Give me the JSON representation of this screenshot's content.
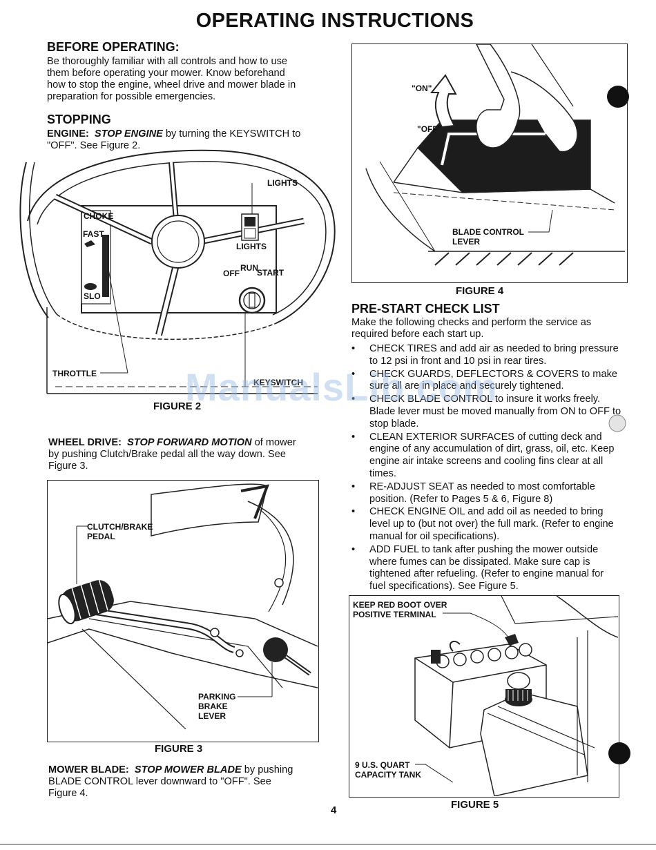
{
  "page_title": "OPERATING INSTRUCTIONS",
  "before_operating": {
    "heading": "BEFORE OPERATING:",
    "lines": [
      "Be thoroughly familiar with all controls and how to use",
      "them before operating your mower.  Know beforehand",
      "how to stop the engine, wheel drive and mower blade in",
      "preparation for possible emergencies."
    ]
  },
  "stopping": {
    "heading": "STOPPING",
    "engine_label": "ENGINE:",
    "engine_action": "STOP ENGINE",
    "engine_line1_rest": "by turning the KEYSWITCH to",
    "engine_line2": "\"OFF\".  See Figure 2."
  },
  "figure2": {
    "caption": "FIGURE 2",
    "labels": {
      "lights_top": "LIGHTS",
      "choke": "CHOKE",
      "fast": "FAST",
      "slow": "SLO",
      "lights_switch": "LIGHTS",
      "off": "OFF",
      "run": "RUN",
      "start": "START",
      "throttle": "THROTTLE",
      "keyswitch": "KEYSWITCH"
    }
  },
  "wheel_drive": {
    "label": "WHEEL DRIVE:",
    "action": "STOP FORWARD MOTION",
    "line1_rest": "of mower",
    "line2": "by pushing Clutch/Brake pedal all the way down.  See",
    "line3": "Figure 3."
  },
  "figure3": {
    "caption": "FIGURE 3",
    "labels": {
      "clutch_1": "CLUTCH/BRAKE",
      "clutch_2": "PEDAL",
      "parking_1": "PARKING",
      "parking_2": "BRAKE",
      "parking_3": "LEVER"
    }
  },
  "mower_blade": {
    "label": "MOWER BLADE:",
    "action": "STOP MOWER BLADE",
    "line1_rest": "by pushing",
    "line2": "BLADE CONTROL lever downward to \"OFF\".  See",
    "line3": "Figure 4."
  },
  "figure4": {
    "caption": "FIGURE 4",
    "labels": {
      "on": "\"ON\"",
      "off": "\"OFF\"",
      "blade_1": "BLADE CONTROL",
      "blade_2": "LEVER"
    }
  },
  "prestart": {
    "heading": "PRE-START CHECK LIST",
    "intro_1": "Make the following checks and perform the service as",
    "intro_2": "required before each start up.",
    "items": [
      "CHECK TIRES and add air as needed to bring pressure to 12 psi in front and 10 psi in rear tires.",
      "CHECK GUARDS, DEFLECTORS & COVERS to make sure all are in place and securely tightened.",
      "CHECK BLADE CONTROL to insure it works freely. Blade lever must be moved manually from ON to OFF to stop blade.",
      "CLEAN EXTERIOR SURFACES of cutting deck and engine of any accumulation of dirt, grass, oil, etc. Keep engine air intake screens and cooling fins clear at all times.",
      "RE-ADJUST SEAT as needed to most comfortable position.  (Refer to Pages 5 & 6, Figure 8)",
      "CHECK ENGINE OIL and add oil as needed to bring level up to (but not over) the full mark.  (Refer to engine manual for oil specifications).",
      "ADD FUEL to tank after pushing the mower outside where fumes can be dissipated.  Make sure cap is tightened after refueling.  (Refer to engine manual for fuel specifications).  See Figure 5."
    ],
    "bullet": "•"
  },
  "figure5": {
    "caption": "FIGURE 5",
    "labels": {
      "boot_1": "KEEP RED BOOT OVER",
      "boot_2": "POSITIVE TERMINAL",
      "tank_1": "9 U.S. QUART",
      "tank_2": "CAPACITY TANK"
    }
  },
  "watermark": "ManualsLib.com",
  "page_number": "4"
}
